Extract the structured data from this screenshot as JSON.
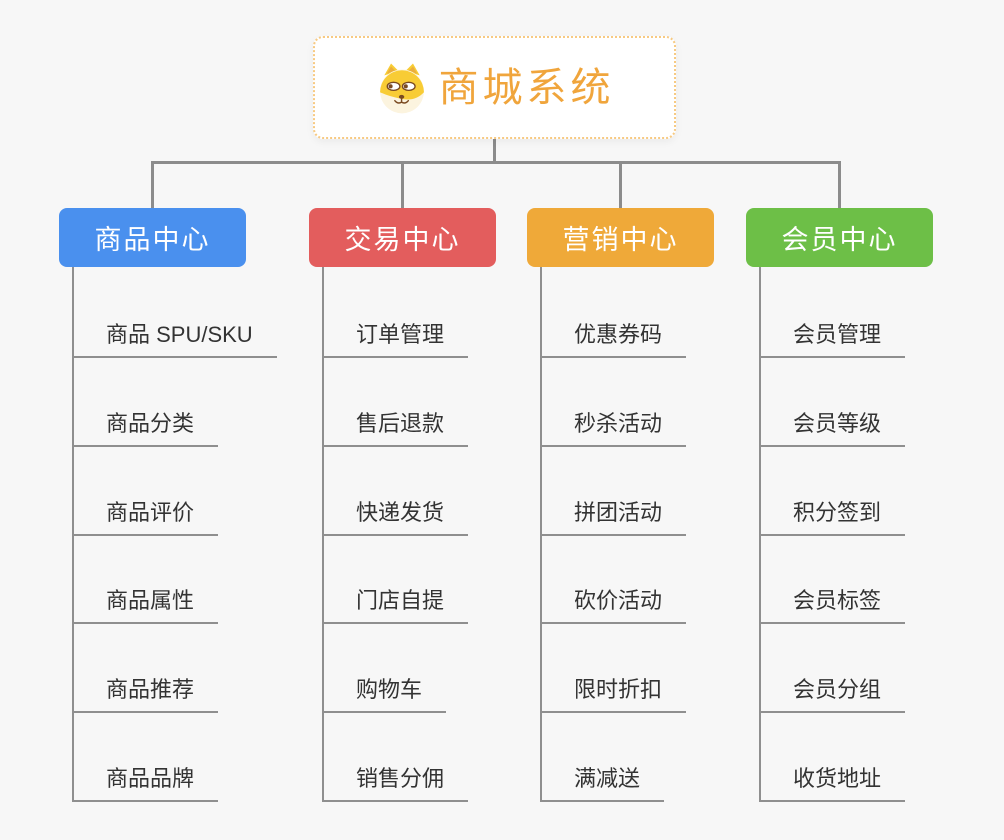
{
  "canvas": {
    "background": "#F7F7F7",
    "connector_color": "#8C8C8C"
  },
  "root": {
    "title": "商城系统",
    "title_color": "#F0A53C",
    "border_color": "#F7CA83",
    "icon": "dog-face-icon"
  },
  "branches": [
    {
      "label": "商品中心",
      "color": "#4A90EE",
      "items": [
        "商品 SPU/SKU",
        "商品分类",
        "商品评价",
        "商品属性",
        "商品推荐",
        "商品品牌"
      ]
    },
    {
      "label": "交易中心",
      "color": "#E35D5D",
      "items": [
        "订单管理",
        "售后退款",
        "快递发货",
        "门店自提",
        "购物车",
        "销售分佣"
      ]
    },
    {
      "label": "营销中心",
      "color": "#EFA939",
      "items": [
        "优惠券码",
        "秒杀活动",
        "拼团活动",
        "砍价活动",
        "限时折扣",
        "满减送"
      ]
    },
    {
      "label": "会员中心",
      "color": "#6DBF47",
      "items": [
        "会员管理",
        "会员等级",
        "积分签到",
        "会员标签",
        "会员分组",
        "收货地址"
      ]
    }
  ]
}
